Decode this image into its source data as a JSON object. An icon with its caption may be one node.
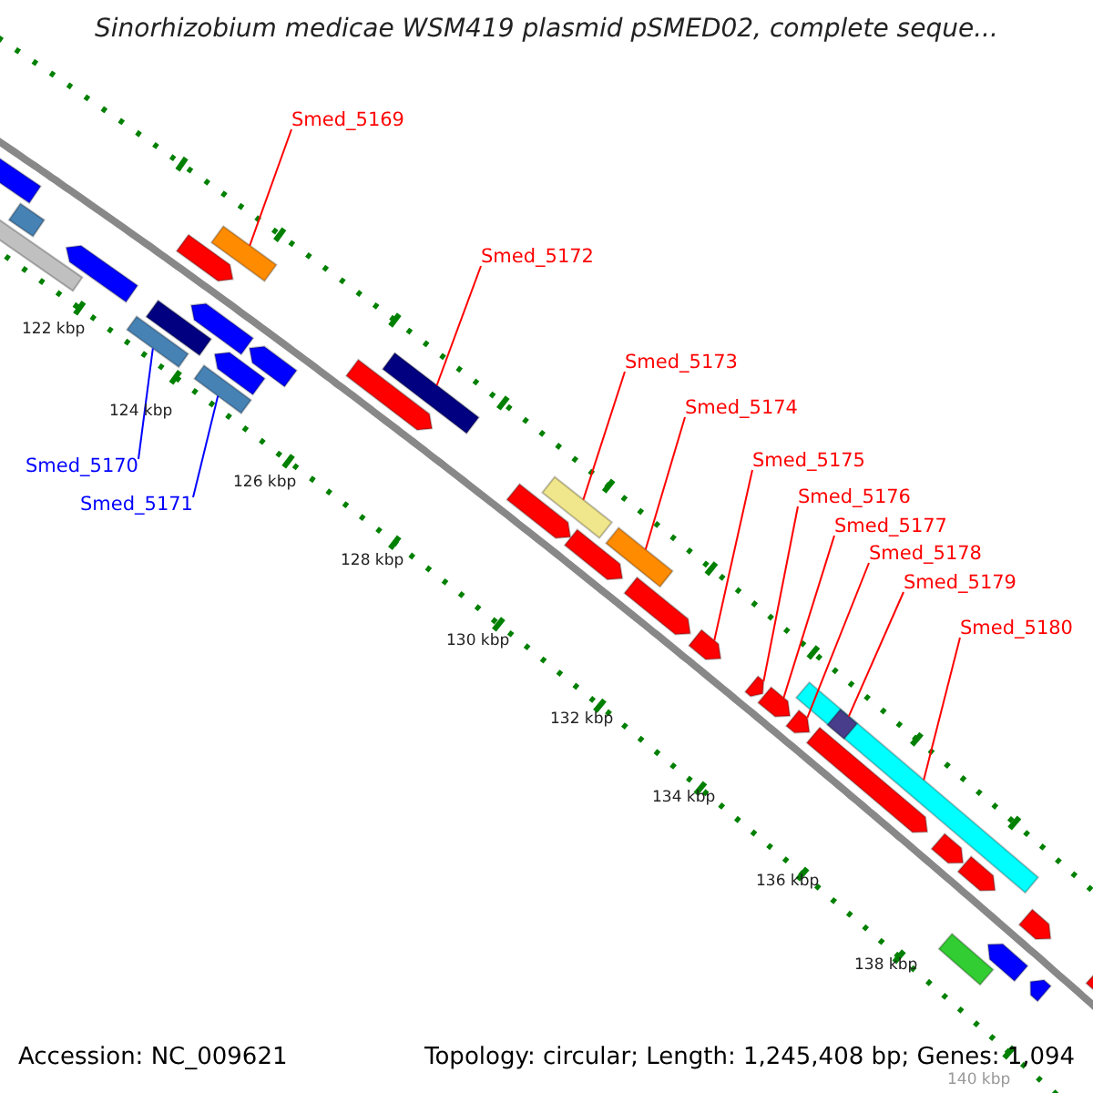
{
  "diagram": {
    "title": "Sinorhizobium medicae WSM419 plasmid pSMED02, complete seque...",
    "nodes": [
      {
        "text": [
          "Smed_5169"
        ]
      },
      {
        "text": [
          "Smed_5170"
        ]
      },
      {
        "text": [
          "Smed_5171"
        ]
      },
      {
        "text": [
          "Smed_5172"
        ]
      },
      {
        "text": [
          "Smed_5173"
        ]
      },
      {
        "text": [
          "Smed_5174"
        ]
      },
      {
        "text": [
          "Smed_5175"
        ]
      },
      {
        "text": [
          "Smed_5176"
        ]
      },
      {
        "text": [
          "Smed_5177"
        ]
      },
      {
        "text": [
          "Smed_5178"
        ]
      },
      {
        "text": [
          "Smed_5179"
        ]
      },
      {
        "text": [
          "Smed_5180"
        ]
      },
      {
        "text": [],
        "shape": "bar"
      },
      {
        "text": [],
        "shape": "pentagon"
      },
      {
        "text": [],
        "shape": "bar"
      },
      {
        "text": [],
        "shape": "pentagon"
      },
      {
        "text": [],
        "shape": "pentagon"
      },
      {
        "text": [],
        "shape": "bar"
      },
      {
        "text": [],
        "shape": "bar"
      },
      {
        "text": [],
        "shape": "bar"
      },
      {
        "text": [],
        "shape": "pentagon"
      },
      {
        "text": [],
        "shape": "bar"
      },
      {
        "text": [],
        "shape": "pentagon"
      },
      {
        "text": [],
        "shape": "pentagon"
      },
      {
        "text": [],
        "shape": "pentagon"
      },
      {
        "text": [],
        "shape": "bar"
      },
      {
        "text": [],
        "shape": "pentagon"
      },
      {
        "text": [],
        "shape": "bar"
      },
      {
        "text": [],
        "shape": "pentagon"
      },
      {
        "text": [],
        "shape": "bar"
      },
      {
        "text": [],
        "shape": "pentagon"
      },
      {
        "text": [],
        "shape": "pentagon"
      },
      {
        "text": [],
        "shape": "pentagon"
      },
      {
        "text": [],
        "shape": "pentagon"
      },
      {
        "text": [],
        "shape": "pentagon"
      },
      {
        "text": [],
        "shape": "bar"
      },
      {
        "text": [],
        "shape": "bar",
        "in": 35
      },
      {
        "text": [],
        "shape": "pentagon"
      },
      {
        "text": [],
        "shape": "pentagon"
      },
      {
        "text": [],
        "shape": "pentagon"
      },
      {
        "text": [],
        "shape": "bar"
      },
      {
        "text": [],
        "shape": "pentagon"
      },
      {
        "text": [],
        "shape": "pentagon"
      },
      {
        "text": [],
        "shape": "pentagon"
      },
      {
        "text": [],
        "shape": "pentagon"
      }
    ],
    "edges": [
      {
        "from": 0,
        "to": 19,
        "arrow": "none"
      },
      {
        "from": 1,
        "to": 17,
        "arrow": "none",
        "color": "#0000ff"
      },
      {
        "from": 2,
        "to": 21,
        "arrow": "none",
        "color": "#0000ff"
      },
      {
        "from": 3,
        "to": 25,
        "arrow": "none"
      },
      {
        "from": 4,
        "to": 27,
        "arrow": "none"
      },
      {
        "from": 5,
        "to": 29,
        "arrow": "none"
      },
      {
        "from": 6,
        "to": 31,
        "arrow": "none"
      },
      {
        "from": 7,
        "to": 32,
        "arrow": "none"
      },
      {
        "from": 8,
        "to": 33,
        "arrow": "none"
      },
      {
        "from": 9,
        "to": 34,
        "arrow": "none"
      },
      {
        "from": 10,
        "to": 36,
        "arrow": "none"
      },
      {
        "from": 11,
        "to": 35,
        "arrow": "none"
      }
    ],
    "labels": [
      "122 kbp",
      "124 kbp",
      "126 kbp",
      "128 kbp",
      "130 kbp",
      "132 kbp",
      "134 kbp",
      "136 kbp",
      "138 kbp",
      "140 kbp",
      "Accession: NC_009621",
      "Topology: circular; Length: 1,245,408 bp; Genes: 1,094"
    ]
  }
}
